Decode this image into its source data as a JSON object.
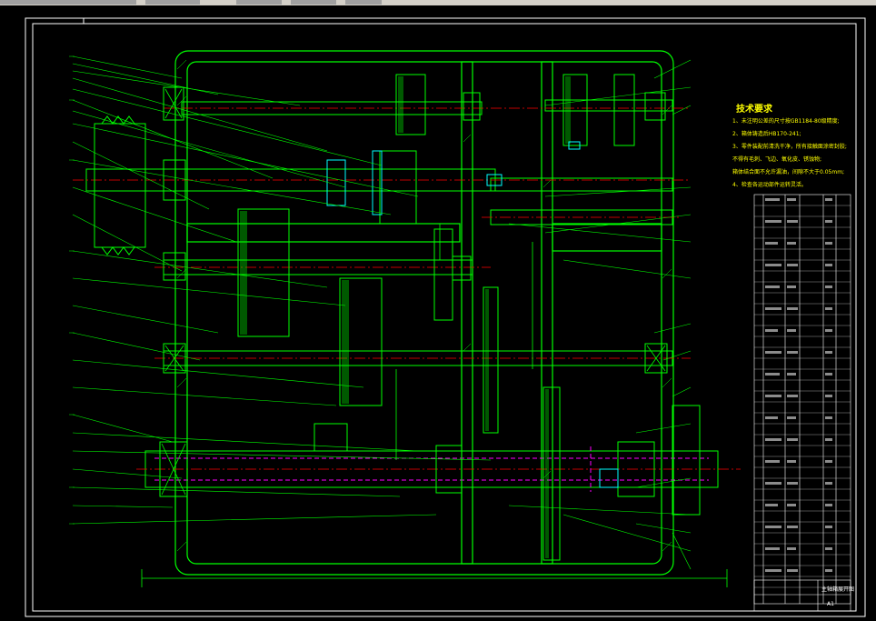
{
  "toolbar": {
    "buttons": [
      "",
      "",
      "",
      "",
      "",
      ""
    ]
  },
  "drawing": {
    "colors": {
      "background": "#000000",
      "outline": "#00ff00",
      "center_line": "#ff0000",
      "hidden_line": "#ff00ff",
      "dimension": "#00ffff",
      "text": "#ffff00",
      "frame": "#ffffff"
    },
    "technical_requirements": {
      "title": "技术要求",
      "items": [
        "1、未注明公差的尺寸按GB1184-80级精度;",
        "2、箱体铸造后HB170-241;",
        "3、零件装配前清洗干净，所有接触面涂密封胶;",
        "   不得有毛刺、飞边、氧化皮、锈蚀物;",
        "   箱体结合面不允许漏油，间隙不大于0.05mm;",
        "4、检查各运动部件运转灵活。"
      ]
    },
    "title_block": {
      "drawing_name": "主轴箱展开图",
      "sheet": "A1"
    }
  }
}
